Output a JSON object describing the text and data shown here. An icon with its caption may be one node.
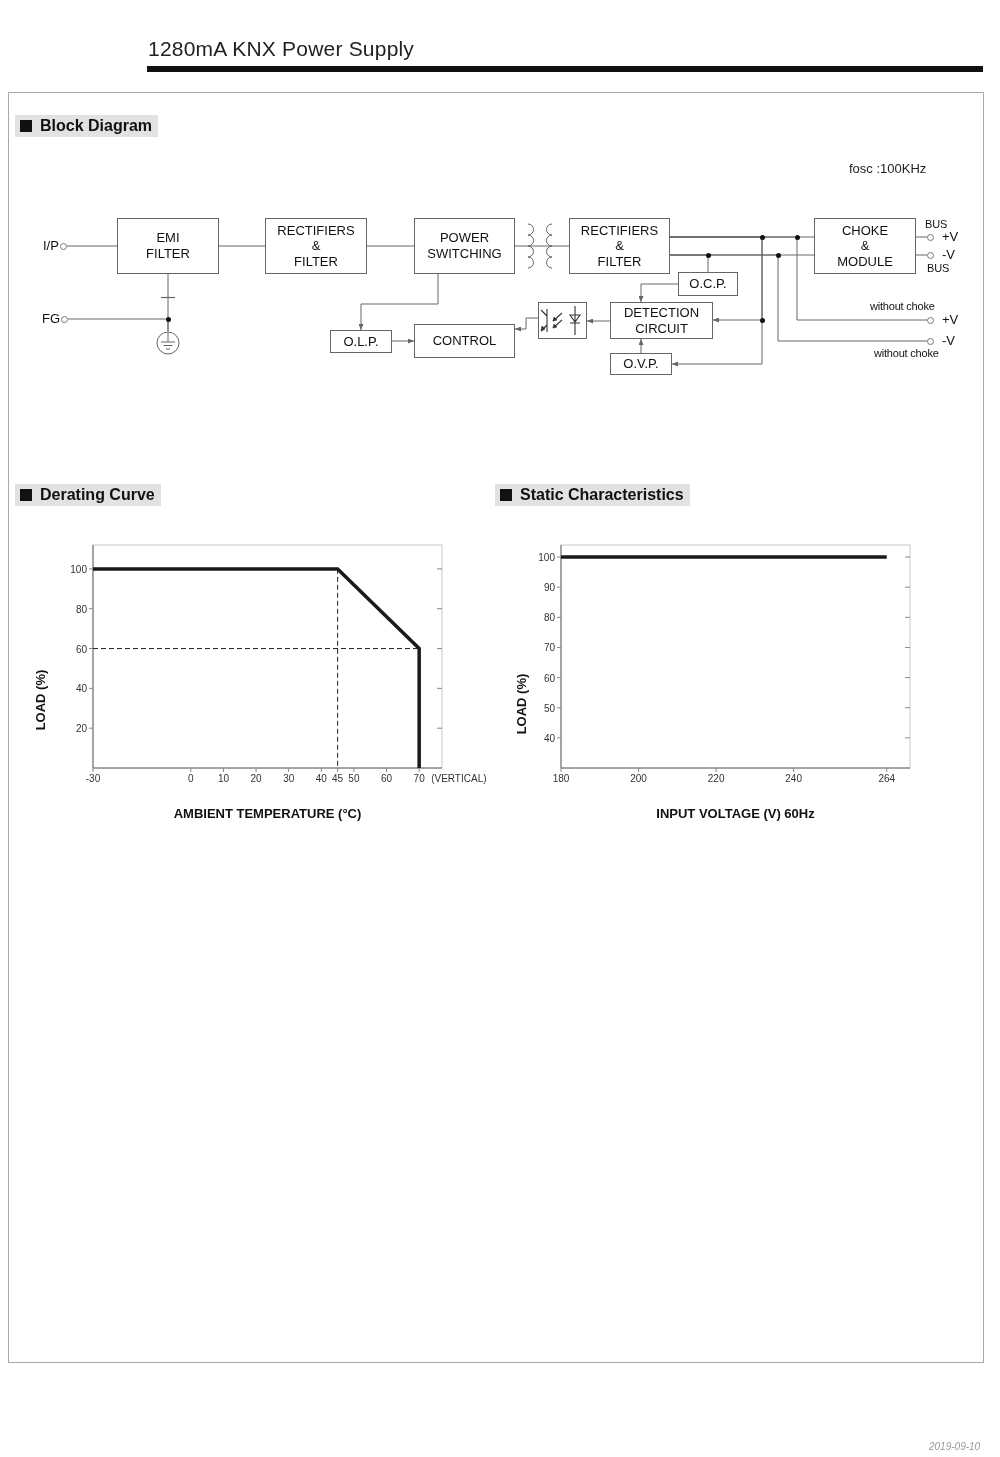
{
  "diagram": {
    "title": "1280mA KNX Power Supply",
    "nodes": [
      {
        "text": [
          "I/P"
        ]
      },
      {
        "text": [
          "EMI FILTER"
        ]
      },
      {
        "text": [
          "RECTIFIERS & FILTER"
        ]
      },
      {
        "text": [
          "POWER SWITCHING"
        ]
      },
      {
        "text": [
          "RECTIFIERS & FILTER"
        ]
      },
      {
        "text": [
          "CHOKE & MODULE"
        ]
      },
      {
        "text": [
          "+V"
        ],
        "beside": [
          "BUS"
        ]
      },
      {
        "text": [
          "-V"
        ],
        "beside": [
          "BUS"
        ]
      },
      {
        "text": [
          "O.C.P."
        ]
      },
      {
        "text": [
          "FG"
        ]
      },
      {
        "text": [],
        "shape": "picture"
      },
      {
        "text": [
          "DETECTION CIRCUIT"
        ]
      },
      {
        "text": [
          "+V"
        ],
        "beside": [
          "without choke"
        ]
      },
      {
        "text": [],
        "shape": "picture"
      },
      {
        "text": [
          "O.L.P."
        ]
      },
      {
        "text": [
          "CONTROL"
        ]
      },
      {
        "text": [
          "-V"
        ],
        "beside": [
          "without choke"
        ]
      },
      {
        "text": [
          "O.V.P."
        ]
      }
    ],
    "edges": [
      {
        "from": 0,
        "to": 1,
        "arrow": "none"
      },
      {
        "from": 1,
        "to": 2,
        "arrow": "none"
      },
      {
        "from": 2,
        "to": 3,
        "arrow": "none"
      },
      {
        "from": 3,
        "to": 4,
        "arrow": "none"
      },
      {
        "from": 4,
        "to": 5,
        "arrow": "none"
      },
      {
        "from": 4,
        "to": 5,
        "arrow": "none"
      },
      {
        "from": 5,
        "to": 6,
        "arrow": "none"
      },
      {
        "from": 5,
        "to": 7,
        "arrow": "none"
      },
      {
        "from": 4,
        "to": 8,
        "arrow": "none"
      },
      {
        "from": 4,
        "to": 11,
        "arrow": "to"
      },
      {
        "from": 4,
        "to": 17,
        "arrow": "to"
      },
      {
        "from": 4,
        "to": 12,
        "arrow": "none"
      },
      {
        "from": 4,
        "to": 16,
        "arrow": "none"
      },
      {
        "from": 8,
        "to": 11,
        "arrow": "to"
      },
      {
        "from": 17,
        "to": 11,
        "arrow": "to"
      },
      {
        "from": 11,
        "to": 10,
        "arrow": "to"
      },
      {
        "from": 10,
        "to": 15,
        "arrow": "to"
      },
      {
        "from": 3,
        "to": 14,
        "arrow": "to"
      },
      {
        "from": 14,
        "to": 15,
        "arrow": "to"
      },
      {
        "from": 1,
        "to": 13,
        "arrow": "none"
      },
      {
        "from": 9,
        "to": 13,
        "arrow": "none"
      }
    ],
    "labels": [
      "Block Diagram",
      "fosc :100KHz",
      "2019-09-10"
    ],
    "chart_data": [
      {
        "type": "line",
        "title": "Derating Curve",
        "xlabel": "AMBIENT TEMPERATURE (°C)",
        "ylabel": "LOAD (%)",
        "x": [
          -30,
          45,
          70,
          70
        ],
        "series": [
          {
            "color": "#1a1a1a",
            "values": [
              100,
              100,
              60,
              0
            ]
          }
        ],
        "xlim": [
          -30,
          77
        ],
        "ylim": [
          0,
          112
        ],
        "xticks": [
          -30,
          0,
          10,
          20,
          30,
          40,
          45,
          50,
          60,
          70
        ],
        "yticks": [
          20,
          40,
          60,
          80,
          100
        ],
        "ref_lines": [
          {
            "axis": "x",
            "value": 45
          },
          {
            "axis": "y",
            "value": 60
          }
        ],
        "annotations": [
          "(VERTICAL)"
        ]
      },
      {
        "type": "line",
        "title": "Static Characteristics",
        "xlabel": "INPUT VOLTAGE (V) 60Hz",
        "ylabel": "LOAD (%)",
        "x": [
          180,
          264
        ],
        "series": [
          {
            "color": "#1a1a1a",
            "values": [
              100,
              100
            ]
          }
        ],
        "xlim": [
          180,
          270
        ],
        "ylim": [
          30,
          104
        ],
        "xticks": [
          180,
          200,
          220,
          240,
          264
        ],
        "yticks": [
          40,
          50,
          60,
          70,
          80,
          90,
          100
        ]
      }
    ]
  }
}
